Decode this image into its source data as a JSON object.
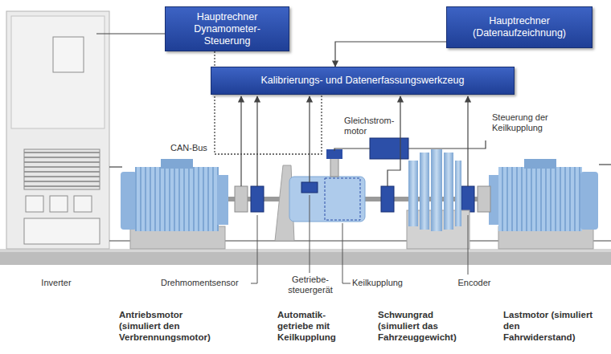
{
  "diagram": {
    "nodes": [
      {
        "text": [
          "Hauptrechner Dynamometer-Steuerung"
        ]
      },
      {
        "text": [
          "Hauptrechner (Datenaufzeichnung)"
        ]
      },
      {
        "text": [
          "Kalibrierungs- und Datenerfassungswerkzeug"
        ]
      }
    ],
    "edges": [
      {
        "from": 0,
        "to": 2,
        "arrow": "none"
      },
      {
        "from": 1,
        "to": 2,
        "arrow": "to"
      }
    ],
    "labels": [
      "CAN-Bus",
      "Gleichstrom- motor",
      "Steuerung der Keilkupplung",
      "Inverter",
      "Drehmomentsensor",
      "Getriebe- steuergerät",
      "Keilkupplung",
      "Encoder",
      "Antriebsmotor (simuliert den Verbrennungsmotor)",
      "Automatik- getriebe mit Keilkupplung",
      "Schwungrad (simuliert das Fahrzeuggewicht)",
      "Lastmotor (simuliert den Fahrwiderstand)"
    ]
  }
}
